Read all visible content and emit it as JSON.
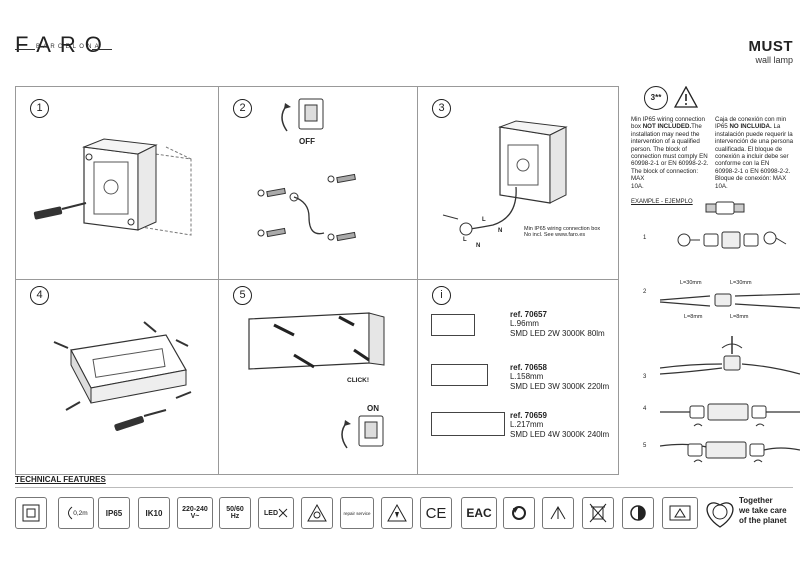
{
  "brand": {
    "name": "FARO",
    "sub": "BARCELONA"
  },
  "product": {
    "title": "MUST",
    "subtitle": "wall lamp"
  },
  "steps": [
    {
      "num": "1"
    },
    {
      "num": "2",
      "label": "OFF"
    },
    {
      "num": "3",
      "wire_note_l1": "Min IP65 wiring connection box",
      "wire_note_l2": "No incl. See www.faro.es",
      "L": "L",
      "N": "N"
    },
    {
      "num": "4"
    },
    {
      "num": "5",
      "click": "CLICK!",
      "on": "ON"
    },
    {
      "num": "i"
    }
  ],
  "refs": [
    {
      "ref": "ref. 70657",
      "length": "L.96mm",
      "spec": "SMD LED 2W 3000K 80lm"
    },
    {
      "ref": "ref. 70658",
      "length": "L.158mm",
      "spec": "SMD LED 3W 3000K 220lm"
    },
    {
      "ref": "ref. 70659",
      "length": "L.217mm",
      "spec": "SMD LED 4W 3000K 240lm"
    }
  ],
  "warning": {
    "badge": "3**",
    "en_l1": "Min IP65 wiring connection",
    "en_l2a": "box ",
    "en_l2b": "NOT INCLUDED.",
    "en_l2c": "The",
    "en_l3": "installation may need the",
    "en_l4": "intervention of a qualified",
    "en_l5": "person. The block of",
    "en_l6": "connection must comply EN",
    "en_l7": "60998-2-1 or EN 60998-2-2.",
    "en_l8": "The block of connection: MAX",
    "en_l9": "10A.",
    "es_l1": "Caja de conexión con min",
    "es_l2a": "IP65 ",
    "es_l2b": "NO INCLUIDA.",
    "es_l2c": " La",
    "es_l3": "instalación puede requerir la",
    "es_l4": "intervención de una persona",
    "es_l5": "cualificada. El bloque de",
    "es_l6": "conexión a incluir debe ser",
    "es_l7": "conforme con la EN",
    "es_l8": "60998-2-1 o EN 60998-2-2.",
    "es_l9": "Bloque de conexión: MAX",
    "es_l10": "10A.",
    "example": "EXAMPLE - EJEMPLO"
  },
  "example_steps": [
    {
      "num": "1"
    },
    {
      "num": "2",
      "l30a": "L=30mm",
      "l30b": "L=30mm",
      "l8a": "L=8mm",
      "l8b": "L=8mm"
    },
    {
      "num": "3"
    },
    {
      "num": "4"
    },
    {
      "num": "5"
    }
  ],
  "technical": {
    "title": "TECHNICAL FEATURES",
    "badges": {
      "dist": "0,2m",
      "ip": "IP65",
      "ik": "IK10",
      "volt_l1": "220-240",
      "volt_l2": "V~",
      "hz_l1": "50/60",
      "hz_l2": "Hz",
      "led": "LED",
      "repair": "repair service",
      "ce": "CE",
      "eac": "EAC"
    },
    "slogan_l1": "Together",
    "slogan_l2": "we take care",
    "slogan_l3": "of the planet"
  }
}
